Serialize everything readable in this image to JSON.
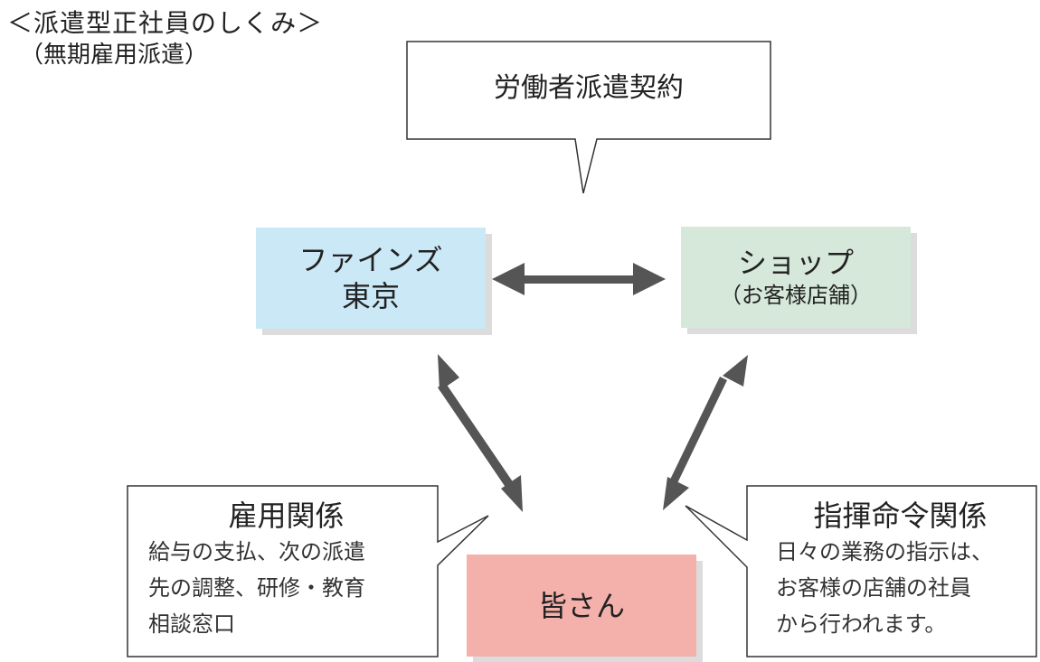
{
  "header": {
    "title": "＜派遣型正社員のしくみ＞",
    "subtitle": "（無期雇用派遣）"
  },
  "contract_callout": {
    "label": "労働者派遣契約"
  },
  "nodes": {
    "fines": {
      "line1": "ファインズ",
      "line2": "東京",
      "color": "#cbe8f7"
    },
    "shop": {
      "line1": "ショップ",
      "sub": "（お客様店舗）",
      "color": "#d5e8d9"
    },
    "you": {
      "label": "皆さん",
      "color": "#f4b0aa"
    }
  },
  "employment_callout": {
    "title": "雇用関係",
    "lines": [
      "給与の支払、次の派遣",
      "先の調整、研修・教育",
      "相談窓口"
    ]
  },
  "command_callout": {
    "title": "指揮命令関係",
    "lines": [
      "日々の業務の指示は、",
      "お客様の店舗の社員",
      "から行われます。"
    ]
  },
  "colors": {
    "arrow": "#555555",
    "border": "#333333",
    "shadow": "#dcdcdc"
  }
}
